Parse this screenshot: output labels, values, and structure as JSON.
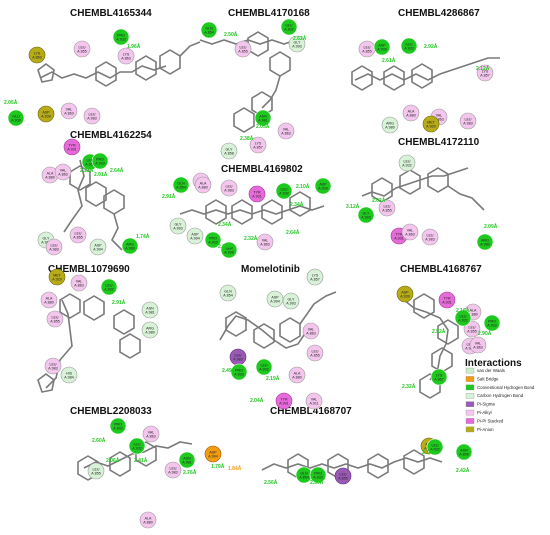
{
  "colors": {
    "vdw": "#c9ecc9",
    "salt": "#f39c12",
    "hbond": "#1ec91e",
    "chbond": "#d8f2d8",
    "pisigma": "#9b59b6",
    "pialkyl": "#f4c6ee",
    "pipi": "#e66ad9",
    "pianion": "#b7ab17"
  },
  "legend": {
    "title": "Interactions",
    "items": [
      {
        "label": "van der Waals",
        "kind": "vdw"
      },
      {
        "label": "Salt Bridge",
        "kind": "salt"
      },
      {
        "label": "Conventional Hydrogen Bond",
        "kind": "hbond"
      },
      {
        "label": "Carbon Hydrogen Bond",
        "kind": "chbond"
      },
      {
        "label": "Pi-Sigma",
        "kind": "pisigma"
      },
      {
        "label": "Pi-Alkyl",
        "kind": "pialkyl"
      },
      {
        "label": "Pi-Pi Stacked",
        "kind": "pipi"
      },
      {
        "label": "Pi-Anion",
        "kind": "pianion"
      }
    ]
  },
  "panels": [
    {
      "title": "CHEMBL4165344",
      "residues": [
        {
          "text": "LYS A:863",
          "kind": "pianion"
        },
        {
          "text": "LEU A:855",
          "kind": "pialkyl"
        },
        {
          "text": "PRO A:933",
          "kind": "hbond"
        },
        {
          "text": "VAL A:863",
          "kind": "pialkyl"
        },
        {
          "text": "ASP A:939",
          "kind": "pianion"
        },
        {
          "text": "LEU A:983",
          "kind": "pialkyl"
        },
        {
          "text": "LYS A:863",
          "kind": "pialkyl"
        },
        {
          "text": "GLU A:930",
          "kind": "hbond"
        }
      ],
      "distances": [
        "1.96Å",
        "2.05Å"
      ]
    },
    {
      "title": "CHEMBL4170168",
      "residues": [
        {
          "text": "GLN A:854",
          "kind": "hbond"
        },
        {
          "text": "LEU A:855",
          "kind": "pialkyl"
        },
        {
          "text": "LEU A:932",
          "kind": "hbond"
        },
        {
          "text": "GLY A:993",
          "kind": "chbond"
        },
        {
          "text": "ASN A:981",
          "kind": "hbond"
        },
        {
          "text": "VAL A:863",
          "kind": "pialkyl"
        },
        {
          "text": "GLY A:858",
          "kind": "chbond"
        },
        {
          "text": "LYS A:857",
          "kind": "pialkyl"
        }
      ],
      "distances": [
        "2.50Å",
        "2.62Å",
        "2.05Å",
        "2.38Å"
      ]
    },
    {
      "title": "CHEMBL4286867",
      "residues": [
        {
          "text": "LEU A:855",
          "kind": "pialkyl"
        },
        {
          "text": "ASP A:939",
          "kind": "hbond"
        },
        {
          "text": "LEU A:932",
          "kind": "hbond"
        },
        {
          "text": "LYS A:857",
          "kind": "pialkyl"
        },
        {
          "text": "ALA A:880",
          "kind": "pialkyl"
        },
        {
          "text": "ARG A:980",
          "kind": "chbond"
        },
        {
          "text": "VAL A:863",
          "kind": "pialkyl"
        },
        {
          "text": "MET A:929",
          "kind": "pianion"
        },
        {
          "text": "LEU A:983",
          "kind": "pialkyl"
        }
      ],
      "distances": [
        "2.61Å",
        "2.92Å",
        "2.12Å"
      ]
    },
    {
      "title": "CHEMBL4162254",
      "residues": [
        {
          "text": "TYR A:931",
          "kind": "pipi"
        },
        {
          "text": "ALA A:880",
          "kind": "pialkyl"
        },
        {
          "text": "VAL A:863",
          "kind": "pialkyl"
        },
        {
          "text": "LEU A:932",
          "kind": "hbond"
        },
        {
          "text": "PRO A:933",
          "kind": "hbond"
        },
        {
          "text": "LEU A:855",
          "kind": "pialkyl"
        },
        {
          "text": "GLY A:993",
          "kind": "chbond"
        },
        {
          "text": "LEU A:983",
          "kind": "pialkyl"
        },
        {
          "text": "ASP A:994",
          "kind": "chbond"
        },
        {
          "text": "ARG A:980",
          "kind": "hbond"
        }
      ],
      "distances": [
        "2.23Å",
        "2.01Å",
        "2.64Å",
        "1.74Å"
      ]
    },
    {
      "title": "CHEMBL4169802",
      "residues": [
        {
          "text": "GLN A:854",
          "kind": "hbond"
        },
        {
          "text": "LEU A:855",
          "kind": "pialkyl"
        },
        {
          "text": "ALA A:880",
          "kind": "pialkyl"
        },
        {
          "text": "LEU A:983",
          "kind": "pialkyl"
        },
        {
          "text": "TYR A:931",
          "kind": "pipi"
        },
        {
          "text": "LEU A:932",
          "kind": "hbond"
        },
        {
          "text": "ASP A:939",
          "kind": "hbond"
        },
        {
          "text": "GLY A:993",
          "kind": "chbond"
        },
        {
          "text": "ASP A:994",
          "kind": "chbond"
        },
        {
          "text": "VAL A:863",
          "kind": "pialkyl"
        },
        {
          "text": "PRO A:933",
          "kind": "hbond"
        },
        {
          "text": "SER A:936",
          "kind": "hbond"
        }
      ],
      "distances": [
        "2.91Å",
        "2.10Å",
        "2.34Å",
        "2.34Å",
        "2.32Å",
        "2.09Å",
        "2.64Å"
      ]
    },
    {
      "title": "CHEMBL4172110",
      "residues": [
        {
          "text": "LEU A:932",
          "kind": "chbond"
        },
        {
          "text": "LEU A:855",
          "kind": "pialkyl"
        },
        {
          "text": "GLY A:993",
          "kind": "hbond"
        },
        {
          "text": "TYR A:931",
          "kind": "pipi"
        },
        {
          "text": "VAL A:863",
          "kind": "pialkyl"
        },
        {
          "text": "LEU A:983",
          "kind": "pialkyl"
        },
        {
          "text": "ARG A:980",
          "kind": "hbond"
        }
      ],
      "distances": [
        "2.02Å",
        "3.12Å",
        "2.09Å"
      ]
    },
    {
      "title": "CHEMBL1079690",
      "residues": [
        {
          "text": "MET A:929",
          "kind": "pianion"
        },
        {
          "text": "VAL A:863",
          "kind": "pialkyl"
        },
        {
          "text": "ALA A:880",
          "kind": "pialkyl"
        },
        {
          "text": "LEU A:855",
          "kind": "pialkyl"
        },
        {
          "text": "LEU A:932",
          "kind": "hbond"
        },
        {
          "text": "ASN A:981",
          "kind": "chbond"
        },
        {
          "text": "ARG A:980",
          "kind": "chbond"
        },
        {
          "text": "LEU A:983",
          "kind": "pialkyl"
        },
        {
          "text": "HIS A:984",
          "kind": "chbond"
        }
      ],
      "distances": [
        "2.91Å"
      ]
    },
    {
      "title": "Momelotinib",
      "residues": [
        {
          "text": "GLN A:854",
          "kind": "chbond"
        },
        {
          "text": "ASP A:994",
          "kind": "chbond"
        },
        {
          "text": "LYS A:857",
          "kind": "chbond"
        },
        {
          "text": "GLY A:993",
          "kind": "chbond"
        },
        {
          "text": "VAL A:863",
          "kind": "pialkyl"
        },
        {
          "text": "LEU A:855",
          "kind": "pialkyl"
        },
        {
          "text": "LEU A:983",
          "kind": "pisigma"
        },
        {
          "text": "PRO A:933",
          "kind": "hbond"
        },
        {
          "text": "LEU A:932",
          "kind": "hbond"
        },
        {
          "text": "ALA A:880",
          "kind": "pialkyl"
        },
        {
          "text": "VAL A:911",
          "kind": "pialkyl"
        },
        {
          "text": "TYR A:931",
          "kind": "pipi"
        }
      ],
      "distances": [
        "2.49Å",
        "2.04Å",
        "2.19Å"
      ]
    },
    {
      "title": "CHEMBL4168767",
      "residues": [
        {
          "text": "ASP A:939",
          "kind": "pianion"
        },
        {
          "text": "TYR A:931",
          "kind": "pipi"
        },
        {
          "text": "ALA A:880",
          "kind": "pialkyl"
        },
        {
          "text": "LEU A:855",
          "kind": "pialkyl"
        },
        {
          "text": "LEU A:983",
          "kind": "pialkyl"
        },
        {
          "text": "PRO A:933",
          "kind": "hbond"
        },
        {
          "text": "LEU A:932",
          "kind": "hbond"
        },
        {
          "text": "VAL A:863",
          "kind": "pialkyl"
        },
        {
          "text": "LYS A:857",
          "kind": "hbond"
        }
      ],
      "distances": [
        "2.16Å",
        "2.52Å",
        "2.90Å",
        "2.32Å"
      ]
    },
    {
      "title": "CHEMBL2208033",
      "residues": [
        {
          "text": "PRO A:933",
          "kind": "hbond"
        },
        {
          "text": "LEU A:932",
          "kind": "hbond"
        },
        {
          "text": "VAL A:863",
          "kind": "pialkyl"
        },
        {
          "text": "LEU A:855",
          "kind": "chbond"
        },
        {
          "text": "ASN A:981",
          "kind": "hbond"
        },
        {
          "text": "ASP A:994",
          "kind": "salt"
        },
        {
          "text": "LEU A:983",
          "kind": "pialkyl"
        },
        {
          "text": "ALA A:880",
          "kind": "pialkyl"
        }
      ],
      "distances": [
        "2.60Å",
        "2.41Å",
        "2.06Å",
        "2.76Å",
        "1.79Å",
        "1.84Å"
      ]
    },
    {
      "title": "CHEMBL4168707",
      "residues": [
        {
          "text": "GLN A:854",
          "kind": "hbond"
        },
        {
          "text": "PRO A:933",
          "kind": "hbond"
        },
        {
          "text": "LEU A:855",
          "kind": "pisigma"
        },
        {
          "text": "ASP A:939",
          "kind": "pianion"
        },
        {
          "text": "LEU A:932",
          "kind": "hbond"
        },
        {
          "text": "ASN A:859",
          "kind": "hbond"
        }
      ],
      "distances": [
        "2.56Å",
        "2.50Å",
        "2.14Å",
        "2.42Å"
      ]
    }
  ]
}
